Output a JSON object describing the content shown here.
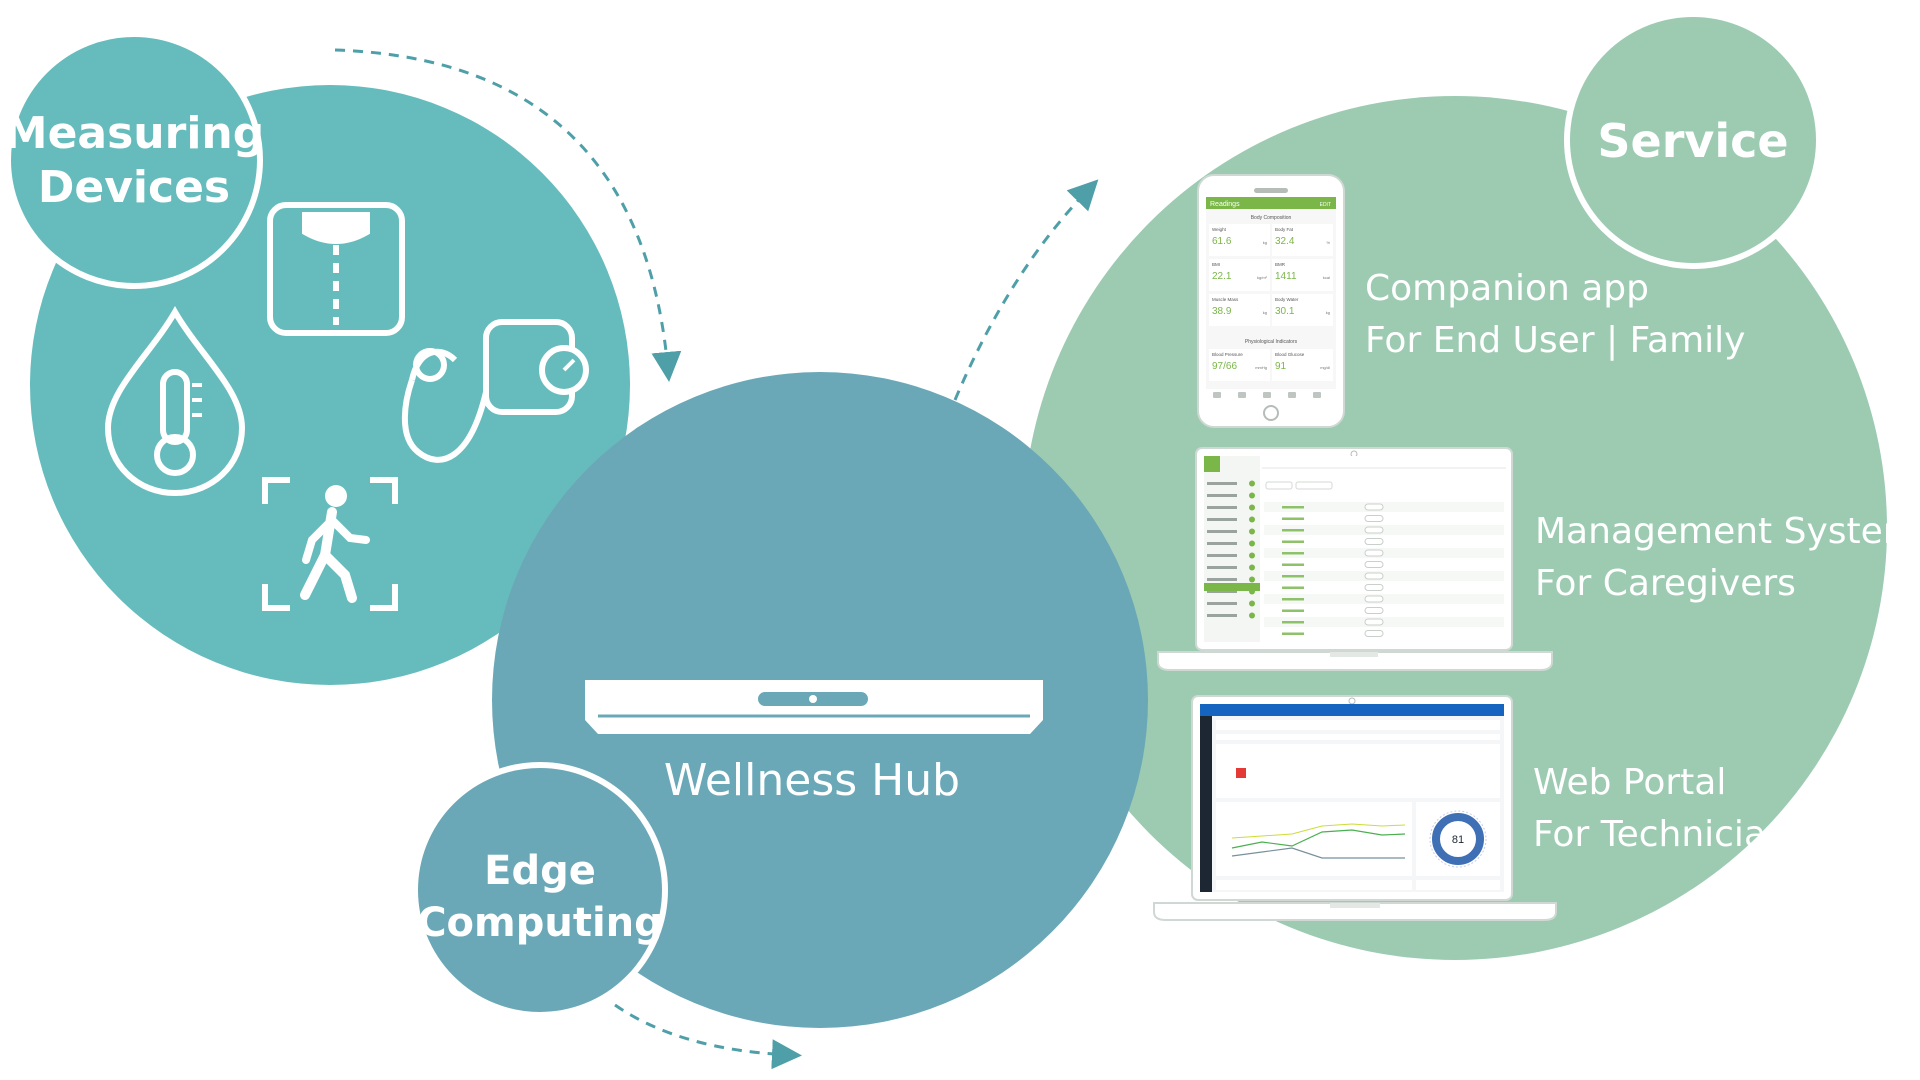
{
  "measuring": {
    "title_line1": "Measuring",
    "title_line2": "Devices"
  },
  "hub": {
    "label": "Wellness Hub"
  },
  "edge": {
    "line1": "Edge",
    "line2": "Computing"
  },
  "service": {
    "title": "Service",
    "items": [
      {
        "line1": "Companion app",
        "line2": "For End User | Family"
      },
      {
        "line1": "Management System",
        "line2": "For Caregivers"
      },
      {
        "line1": "Web Portal",
        "line2": "For Technicians"
      }
    ]
  },
  "phone": {
    "header": "Readings",
    "header_right": "EDIT",
    "section1": "Body Composition",
    "section2": "Physiological Indicators",
    "cells": [
      {
        "label": "Weight",
        "value": "61.6",
        "unit": "kg"
      },
      {
        "label": "Body Fat",
        "value": "32.4",
        "unit": "%"
      },
      {
        "label": "BMI",
        "value": "22.1",
        "unit": "kg/m²"
      },
      {
        "label": "BMR",
        "value": "1411",
        "unit": "kcal"
      },
      {
        "label": "Muscle Mass",
        "value": "38.9",
        "unit": "kg"
      },
      {
        "label": "Body Water",
        "value": "30.1",
        "unit": "kg"
      },
      {
        "label": "Blood Pressure",
        "value": "97/66",
        "unit": "mmHg"
      },
      {
        "label": "Blood Glucose",
        "value": "91",
        "unit": "mg/dl"
      }
    ]
  },
  "gauge": {
    "value": "81"
  },
  "colors": {
    "measuring": "#66bcbd",
    "hub": "#6ba8b7",
    "service": "#9ccbb2",
    "accent_green": "#7ab648",
    "portal_blue": "#1565c0",
    "arrow": "#4f9fa9"
  }
}
